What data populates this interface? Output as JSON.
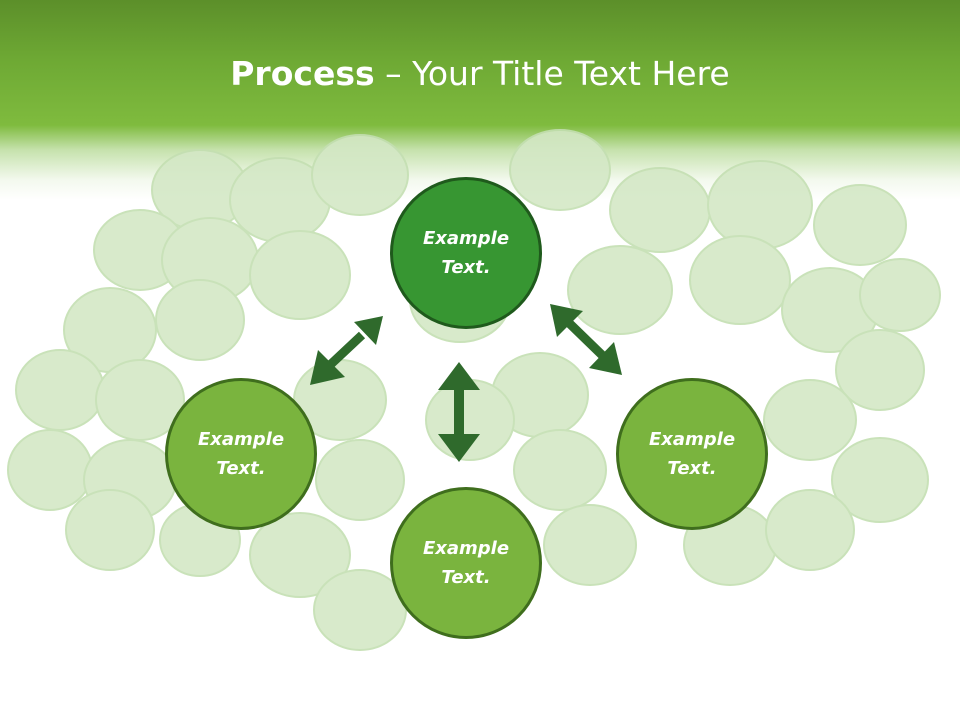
{
  "slide": {
    "title_bold": "Process",
    "title_rest": " – Your Title Text Here"
  },
  "diagram": {
    "nodes": [
      {
        "id": "top",
        "label": "Example Text."
      },
      {
        "id": "left",
        "label": "Example Text."
      },
      {
        "id": "right",
        "label": "Example Text."
      },
      {
        "id": "bottom",
        "label": "Example Text."
      }
    ]
  },
  "colors": {
    "header_green": "#6ea934",
    "node_light": "#7ab43e",
    "node_dark": "#379632",
    "arrow": "#2f6a2c"
  },
  "background": "pile-of-green-peas"
}
